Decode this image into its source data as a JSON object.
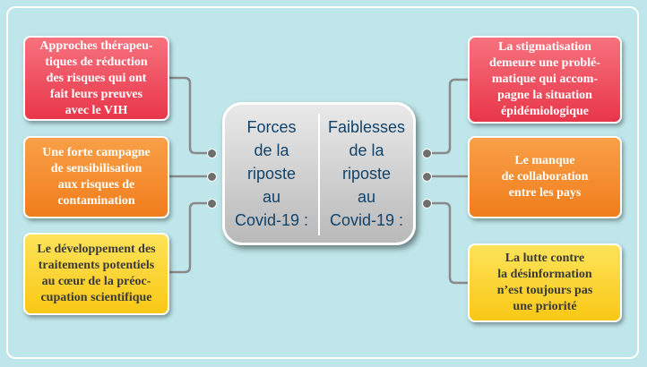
{
  "center": {
    "left_title": "Forces\nde la\nriposte\nau\nCovid-19 :",
    "right_title": "Faiblesses\nde la\nriposte\nau\nCovid-19 :"
  },
  "forces": [
    {
      "text": "Approches thérapeu-\ntiques de réduction\ndes risques qui ont\nfait leurs preuves\navec le VIH",
      "color": "#e8364a"
    },
    {
      "text": "Une forte campagne\nde sensibilisation\naux risques de\ncontamination",
      "color": "#f07d1c"
    },
    {
      "text": "Le développement des\ntraitements potentiels\nau cœur de la préoc-\ncupation scientifique",
      "color": "#f9c815"
    }
  ],
  "faiblesses": [
    {
      "text": "La stigmatisation\ndemeure une problé-\nmatique qui accom-\npagne la situation\népidémiologique",
      "color": "#e8364a"
    },
    {
      "text": "Le manque\nde collaboration\nentre les pays",
      "color": "#f07d1c"
    },
    {
      "text": "La lutte contre\nla désinformation\nn’est toujours pas\nune priorité",
      "color": "#f9c815"
    }
  ]
}
